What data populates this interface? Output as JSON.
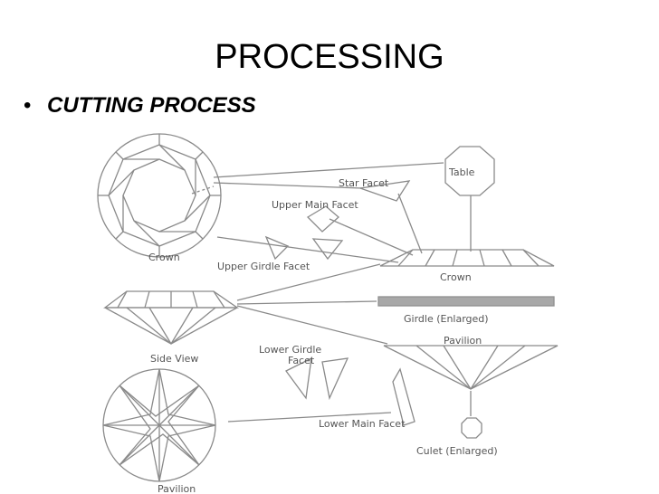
{
  "slide": {
    "title": "PROCESSING",
    "bullet": "CUTTING PROCESS"
  },
  "diagram": {
    "labels": {
      "table": "Table",
      "star_facet": "Star Facet",
      "upper_main_facet": "Upper Main Facet",
      "crown_top": "Crown",
      "upper_girdle_facet": "Upper Girdle Facet",
      "crown_side": "Crown",
      "girdle_enlarged": "Girdle (Enlarged)",
      "pavilion_side": "Pavilion",
      "side_view": "Side View",
      "lower_girdle_facet_1": "Lower Girdle",
      "lower_girdle_facet_2": "Facet",
      "lower_main_facet": "Lower Main Facet",
      "culet_enlarged": "Culet (Enlarged)",
      "pavilion_bottom": "Pavilion"
    },
    "line_color": "#8a8a8a"
  }
}
